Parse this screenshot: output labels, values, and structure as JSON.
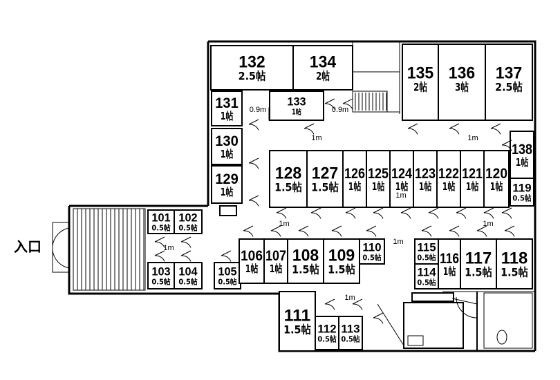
{
  "entrance_label": "入口",
  "dimension_labels": [
    "0.9m",
    "0.9m",
    "1m",
    "1m",
    "1m",
    "1m",
    "1m",
    "1m",
    "1m",
    "1m"
  ],
  "rooms": [
    {
      "num": "132",
      "size": "2.5帖"
    },
    {
      "num": "134",
      "size": "2帖"
    },
    {
      "num": "135",
      "size": "2帖"
    },
    {
      "num": "136",
      "size": "3帖"
    },
    {
      "num": "137",
      "size": "2.5帖"
    },
    {
      "num": "131",
      "size": "1帖"
    },
    {
      "num": "133",
      "size": "1帖"
    },
    {
      "num": "130",
      "size": "1帖"
    },
    {
      "num": "129",
      "size": "1帖"
    },
    {
      "num": "138",
      "size": "1帖"
    },
    {
      "num": "128",
      "size": "1.5帖"
    },
    {
      "num": "127",
      "size": "1.5帖"
    },
    {
      "num": "126",
      "size": "1帖"
    },
    {
      "num": "125",
      "size": "1帖"
    },
    {
      "num": "124",
      "size": "1帖"
    },
    {
      "num": "123",
      "size": "1帖"
    },
    {
      "num": "122",
      "size": "1帖"
    },
    {
      "num": "121",
      "size": "1帖"
    },
    {
      "num": "120",
      "size": "1帖"
    },
    {
      "num": "119",
      "size": "0.5帖"
    },
    {
      "num": "101",
      "size": "0.5帖"
    },
    {
      "num": "102",
      "size": "0.5帖"
    },
    {
      "num": "103",
      "size": "0.5帖"
    },
    {
      "num": "104",
      "size": "0.5帖"
    },
    {
      "num": "105",
      "size": "0.5帖"
    },
    {
      "num": "106",
      "size": "1帖"
    },
    {
      "num": "107",
      "size": "1帖"
    },
    {
      "num": "108",
      "size": "1.5帖"
    },
    {
      "num": "109",
      "size": "1.5帖"
    },
    {
      "num": "110",
      "size": "0.5帖"
    },
    {
      "num": "115",
      "size": "0.5帖"
    },
    {
      "num": "114",
      "size": "0.5帖"
    },
    {
      "num": "116",
      "size": "1帖"
    },
    {
      "num": "117",
      "size": "1.5帖"
    },
    {
      "num": "118",
      "size": "1.5帖"
    },
    {
      "num": "111",
      "size": "1.5帖"
    },
    {
      "num": "112",
      "size": "0.5帖"
    },
    {
      "num": "113",
      "size": "0.5帖"
    }
  ]
}
